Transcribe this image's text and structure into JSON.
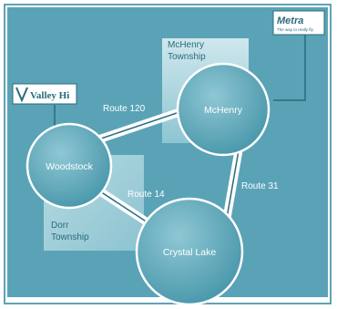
{
  "nodes": {
    "mchenry": "McHenry",
    "woodstock": "Woodstock",
    "crystal_lake": "Crystal Lake"
  },
  "routes": {
    "r120": "Route 120",
    "r14": "Route 14",
    "r31": "Route 31"
  },
  "townships": {
    "mchenry_line1": "McHenry",
    "mchenry_line2": "Township",
    "dorr_line1": "Dorr",
    "dorr_line2": "Township"
  },
  "logos": {
    "valley_hi": "Valley Hi",
    "metra": "Metra",
    "metra_tagline": "The way to really fly."
  },
  "colors": {
    "border": "#5fa3b5",
    "node_fill": "#4b9cb0",
    "region_fill": "#a9d3dd",
    "dark_teal": "#2a6b7d"
  }
}
